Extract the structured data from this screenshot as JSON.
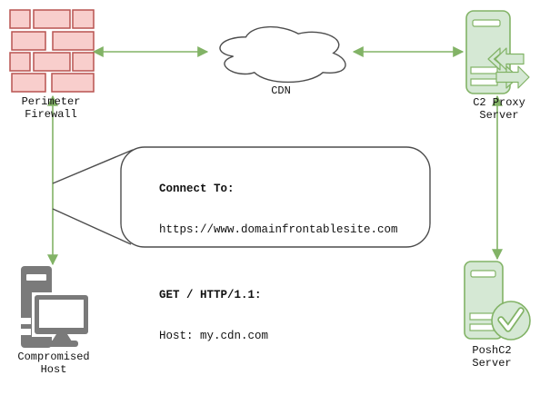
{
  "diagram": {
    "nodes": {
      "firewall": {
        "label": "Perimeter\nFirewall"
      },
      "cdn": {
        "label": "CDN"
      },
      "c2_proxy": {
        "label": "C2 Proxy\nServer"
      },
      "compromised_host": {
        "label": "Compromised\nHost"
      },
      "poshc2": {
        "label": "PoshC2\nServer"
      }
    },
    "callout": {
      "line1": "Connect To:",
      "line2": "https://www.domainfrontablesite.com",
      "line3": "GET / HTTP/1.1:",
      "line4": "Host: my.cdn.com"
    },
    "connectors": [
      "firewall-cdn bidirectional",
      "cdn-c2proxy bidirectional",
      "firewall-compromisedhost bidirectional",
      "c2proxy-poshc2 bidirectional"
    ],
    "colors": {
      "arrow_green": "#82b366",
      "firewall_fill": "#f8cecc",
      "firewall_stroke": "#b85450",
      "server_fill": "#d5e8d4",
      "server_stroke": "#82b366",
      "host_gray": "#7a7a7a",
      "outline_dark": "#4d4d4d",
      "text_dark": "#111111"
    }
  }
}
